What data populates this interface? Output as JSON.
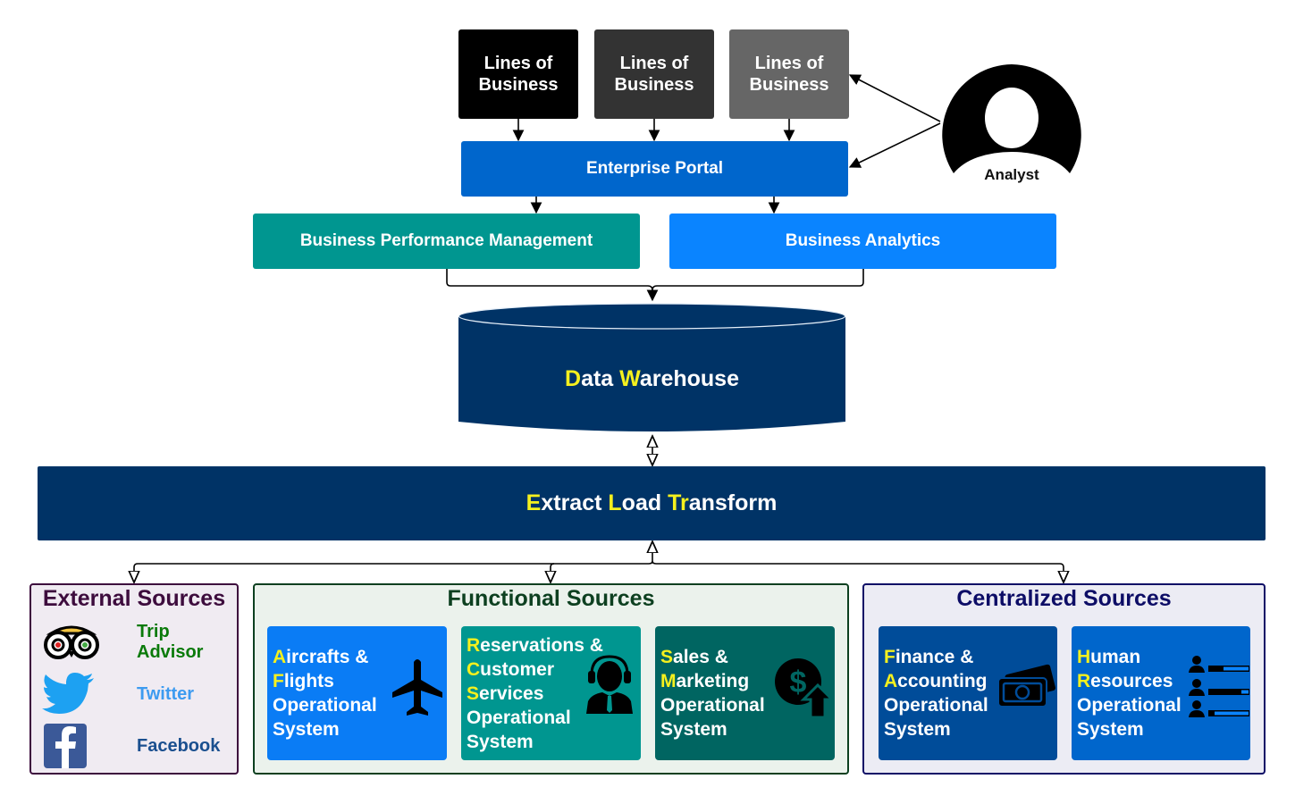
{
  "top": {
    "lines_of_business": [
      {
        "line1": "Lines of",
        "line2": "Business",
        "color": "#000000"
      },
      {
        "line1": "Lines of",
        "line2": "Business",
        "color": "#333333"
      },
      {
        "line1": "Lines of",
        "line2": "Business",
        "color": "#666666"
      }
    ],
    "enterprise_portal": "Enterprise Portal",
    "analyst_label": "Analyst",
    "bpm": "Business Performance Management",
    "business_analytics": "Business Analytics"
  },
  "warehouse": {
    "label_hl1": "D",
    "label_rest1": "ata ",
    "label_hl2": "W",
    "label_rest2": "arehouse"
  },
  "elt": {
    "hl1": "E",
    "rest1": "xtract ",
    "hl2": "L",
    "rest2": "oad ",
    "hl3": "Tr",
    "rest3": "ansform"
  },
  "external_sources": {
    "title": "External Sources",
    "items": [
      {
        "label": "Trip Advisor",
        "icon": "tripadvisor-owl-icon",
        "color": "#0a7a0a"
      },
      {
        "label": "Twitter",
        "icon": "twitter-bird-icon",
        "color": "#3d9bf0"
      },
      {
        "label": "Facebook",
        "icon": "facebook-icon",
        "color": "#1a4f8f"
      }
    ]
  },
  "functional_sources": {
    "title": "Functional Sources",
    "tiles": [
      {
        "lines": [
          [
            "A",
            "ircrafts &"
          ],
          [
            "F",
            "lights"
          ],
          [
            "",
            "Operational"
          ],
          [
            "",
            "System"
          ]
        ],
        "icon": "airplane-icon",
        "color": "#0a7cf5"
      },
      {
        "lines": [
          [
            "R",
            "eservations &"
          ],
          [
            "C",
            "ustomer"
          ],
          [
            "S",
            "ervices"
          ],
          [
            "",
            "Operational"
          ],
          [
            "",
            "System"
          ]
        ],
        "icon": "headset-agent-icon",
        "color": "#009690"
      },
      {
        "lines": [
          [
            "S",
            "ales &"
          ],
          [
            "M",
            "arketing"
          ],
          [
            "",
            "Operational"
          ],
          [
            "",
            "System"
          ]
        ],
        "icon": "dollar-up-icon",
        "color": "#006561"
      }
    ]
  },
  "centralized_sources": {
    "title": "Centralized Sources",
    "tiles": [
      {
        "lines": [
          [
            "F",
            "inance &"
          ],
          [
            "A",
            "ccounting"
          ],
          [
            "",
            "Operational"
          ],
          [
            "",
            "System"
          ]
        ],
        "icon": "cash-icon",
        "color": "#004c99"
      },
      {
        "lines": [
          [
            "H",
            "uman"
          ],
          [
            "R",
            "esources"
          ],
          [
            "",
            "Operational"
          ],
          [
            "",
            "System"
          ]
        ],
        "icon": "employees-ratings-icon",
        "color": "#0066cc"
      }
    ]
  },
  "colors": {
    "portal": "#0066cc",
    "bpm": "#009690",
    "analytics": "#0a84ff",
    "navy": "#003366",
    "highlight": "#f5f01e"
  }
}
